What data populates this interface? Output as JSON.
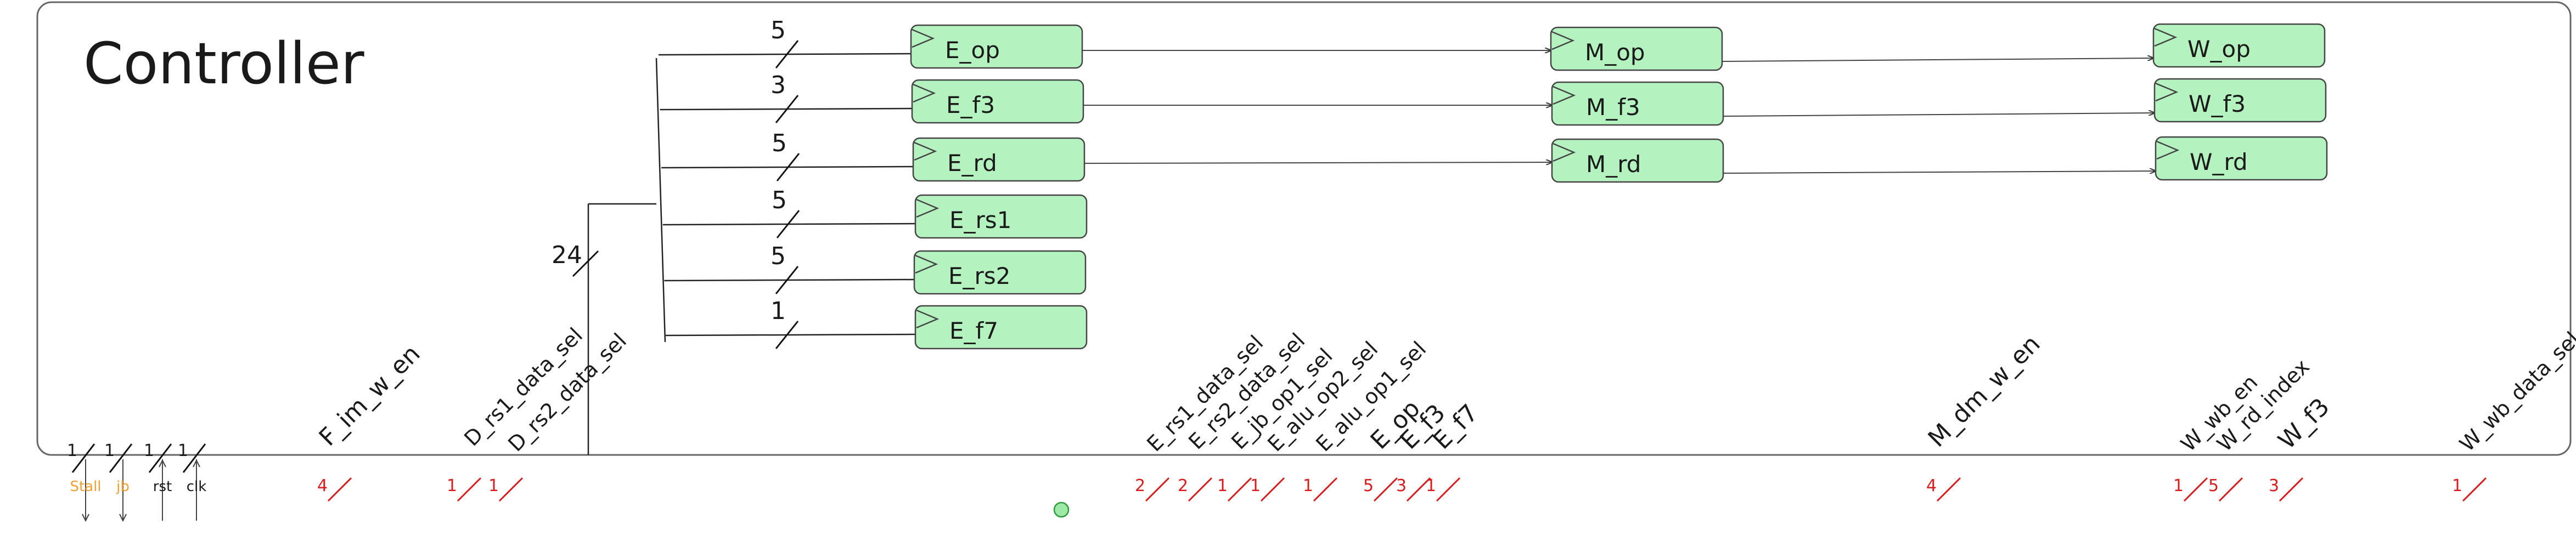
{
  "title": "Controller",
  "colors": {
    "register_fill": "#b4f2c0",
    "stall_label": "#f0a030",
    "red_width": "#d81b1b",
    "status_dot": "#9de9a6"
  },
  "bus_width": "24",
  "execute_registers": [
    {
      "name": "E_op",
      "width": "5"
    },
    {
      "name": "E_f3",
      "width": "3"
    },
    {
      "name": "E_rd",
      "width": "5"
    },
    {
      "name": "E_rs1",
      "width": "5"
    },
    {
      "name": "E_rs2",
      "width": "5"
    },
    {
      "name": "E_f7",
      "width": "1"
    }
  ],
  "memory_registers": [
    "M_op",
    "M_f3",
    "M_rd"
  ],
  "writeback_registers": [
    "W_op",
    "W_f3",
    "W_rd"
  ],
  "input_ports": [
    {
      "name": "Stall",
      "width": "1",
      "color": "#f0a030"
    },
    {
      "name": "jb",
      "width": "1",
      "color": "#f0a030"
    },
    {
      "name": "rst",
      "width": "1",
      "color": "#1a1a1a"
    },
    {
      "name": "clk",
      "width": "1",
      "color": "#1a1a1a"
    }
  ],
  "output_signals": [
    {
      "name": "F_im_w_en",
      "width": "4"
    },
    {
      "name": "D_rs1_data_sel",
      "width": "1"
    },
    {
      "name": "D_rs2_data_sel",
      "width": "1"
    },
    {
      "name": "E_rs1_data_sel",
      "width": "2"
    },
    {
      "name": "E_rs2_data_sel",
      "width": "2"
    },
    {
      "name": "E_jb_op1_sel",
      "width": "1"
    },
    {
      "name": "E_alu_op2_sel",
      "width": "1"
    },
    {
      "name": "E_alu_op1_sel",
      "width": "1"
    },
    {
      "name": "E_op",
      "width": "5"
    },
    {
      "name": "E_f3",
      "width": "3"
    },
    {
      "name": "E_f7",
      "width": "1"
    },
    {
      "name": "M_dm_w_en",
      "width": "4"
    },
    {
      "name": "W_wb_en",
      "width": "1"
    },
    {
      "name": "W_rd_index",
      "width": "5"
    },
    {
      "name": "W_f3",
      "width": "3"
    },
    {
      "name": "W_wb_data_sel",
      "width": "1"
    }
  ]
}
